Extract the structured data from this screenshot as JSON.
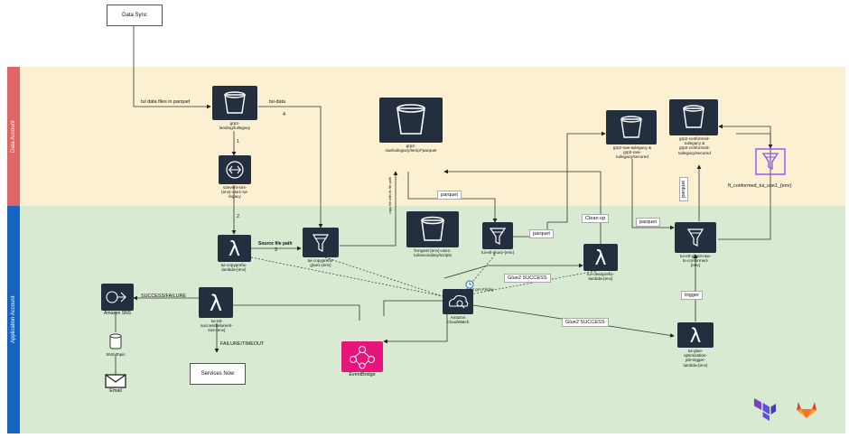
{
  "lanes": {
    "data_account": "Data Account",
    "application_account": "Application Account"
  },
  "boxes": {
    "data_sync": "Data Sync",
    "services_now": "Services Now"
  },
  "nodes": {
    "landing_bucket": "grp2-\nlanding/tuilegacy",
    "sftp_step": "s3event-sns-\n{env}-use1-tui-\nlegacy",
    "copyprefix_lambda": "tui-copyprefix-\nlambda-{env}",
    "copyprefix_glue": "tui-copyprefix-\nglue1-{env}",
    "raw_temp_bucket": "grp2-\nraw/tuilegacy/temp/*parquet",
    "scripts_bucket": "ft-ingest-{env}-use1-\ntui/secondary/scripts",
    "etl_glue2": "tui-etl-glue2-{env}",
    "cleanprefix_lambda": "tui-cleanprefix-\nlambda-{env}",
    "raw_secured_bucket": "grp2-raw-tuilegacy &\ngrp2-raw-\ntuilegacy/secured",
    "conformed_bucket": "grp2-conformed-\ntuilegacy &\ngrp2-conformed-\ntuilegacy/secured",
    "conformed_glue": "tui-etl-glue3-raw-\nto-conformed-\n{env}",
    "conformed_table": "ft_conformed_tui_use1_{env}",
    "alerts_lambda": "tui-etl-\nsuccessfailureeh-\nsns-{env}",
    "cloudwatch": "Amazon\nCloudWatch",
    "optimization_lambda": "tui-glue-\noptimization-\njob-trigger-\nlambda-{env}",
    "sns": "Amazon SNS",
    "sns_topic": "SNS Topic",
    "email": "Email",
    "eventbridge": "EventBridge"
  },
  "edges": {
    "tui_data_files": "tui data files in parquet",
    "tui_data": "tui-data",
    "step1": "1",
    "step2": "2",
    "step3": "3",
    "step4": "4",
    "source_file_path": "Source file path",
    "copy_files": "copy file with its file path",
    "parquet_a": "parquet",
    "parquet_b": "parquet",
    "parquet_c": "parquet",
    "parquet_d": "parquet",
    "clean_up": "Clean up",
    "schedule": "12 pm Friday",
    "glue2_success_a": "Glue2 SUCCESS",
    "glue2_success_b": "Glue2 SUCCESS",
    "trigger": "trigger",
    "success_failure": "SUCCESS/FAILURE",
    "failure_timeout": "FAILURE/TIMEOUT"
  },
  "colors": {
    "data_lane_bg": "#fbf0d2",
    "data_lane_tab": "#e06666",
    "app_lane_bg": "#d9ead3",
    "app_lane_tab": "#1565c0",
    "node_bg": "#232f3e",
    "eventbridge": "#e7157b",
    "glue_catalog": "#8c4fff",
    "terraform": "#5c4ee5",
    "gitlab": "#e24329"
  },
  "icons": {
    "bucket": "s3-bucket-icon",
    "lambda": "lambda-icon",
    "glue": "glue-funnel-icon",
    "step": "step-function-icon",
    "cloudwatch": "cloudwatch-icon",
    "sns": "sns-icon",
    "email": "email-icon",
    "eventbridge": "eventbridge-icon",
    "terraform": "terraform-logo",
    "gitlab": "gitlab-logo"
  }
}
